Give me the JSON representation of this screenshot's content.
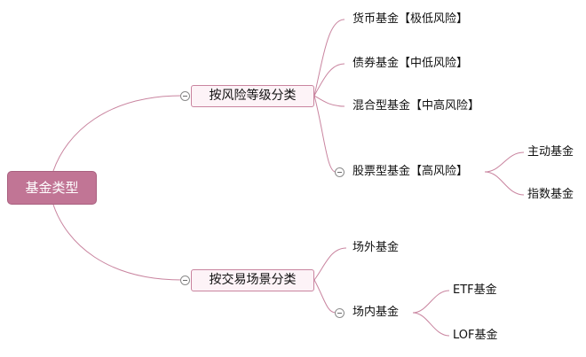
{
  "root": {
    "label": "基金类型"
  },
  "branch_risk": {
    "label": "按风险等级分类",
    "children": [
      "货币基金【极低风险】",
      "债券基金【中低风险】",
      "混合型基金【中高风险】",
      "股票型基金【高风险】"
    ],
    "stock_children": [
      "主动基金",
      "指数基金"
    ]
  },
  "branch_scene": {
    "label": "按交易场景分类",
    "children": [
      "场外基金",
      "场内基金"
    ],
    "onsite_children": [
      "ETF基金",
      "LOF基金"
    ]
  },
  "colors": {
    "root_fill": "#c17595",
    "line": "#c9849f",
    "branch_fill": "#fdf3f7"
  }
}
